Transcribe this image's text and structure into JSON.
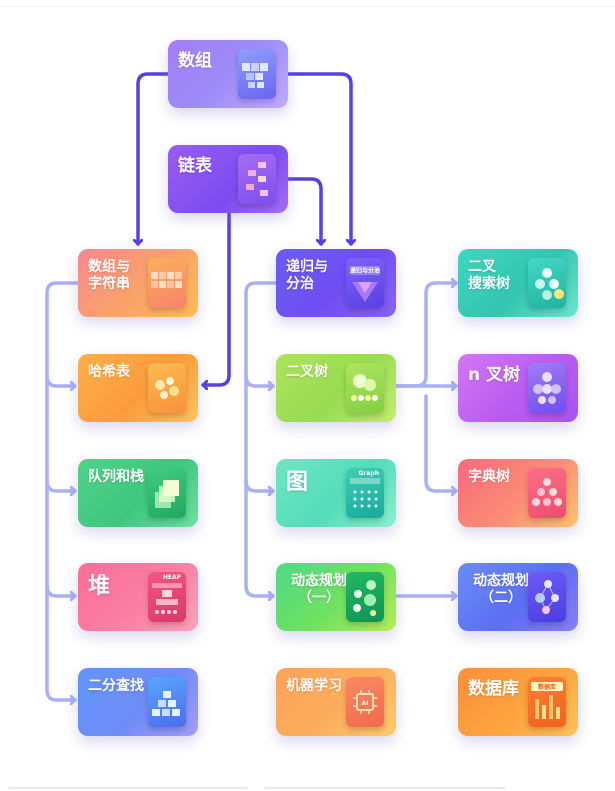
{
  "nodes": {
    "array": {
      "label": "数组"
    },
    "linked_list": {
      "label": "链表"
    },
    "array_string": {
      "label": "数组与\n字符串"
    },
    "recursion": {
      "label": "递归与\n分治",
      "thumb_text": "递归与分治"
    },
    "bst": {
      "label": "二叉\n搜索树"
    },
    "hash_table": {
      "label": "哈希表"
    },
    "binary_tree": {
      "label": "二叉树"
    },
    "nary_tree": {
      "label": "n 叉树"
    },
    "queue_stack": {
      "label": "队列和栈"
    },
    "graph": {
      "label": "图",
      "thumb_text": "Graph"
    },
    "trie": {
      "label": "字典树"
    },
    "heap": {
      "label": "堆",
      "thumb_text": "HEAP"
    },
    "dp1": {
      "label": "动态规划\n（一）"
    },
    "dp2": {
      "label": "动态规划\n（二）"
    },
    "binary_search": {
      "label": "二分查找"
    },
    "machine_learning": {
      "label": "机器学习",
      "thumb_text": "AI"
    },
    "database": {
      "label": "数据库",
      "thumb_text": "数据库"
    }
  },
  "colors": {
    "connector_dark": "#5b3fe0",
    "connector_light": "#a9b0f5"
  }
}
